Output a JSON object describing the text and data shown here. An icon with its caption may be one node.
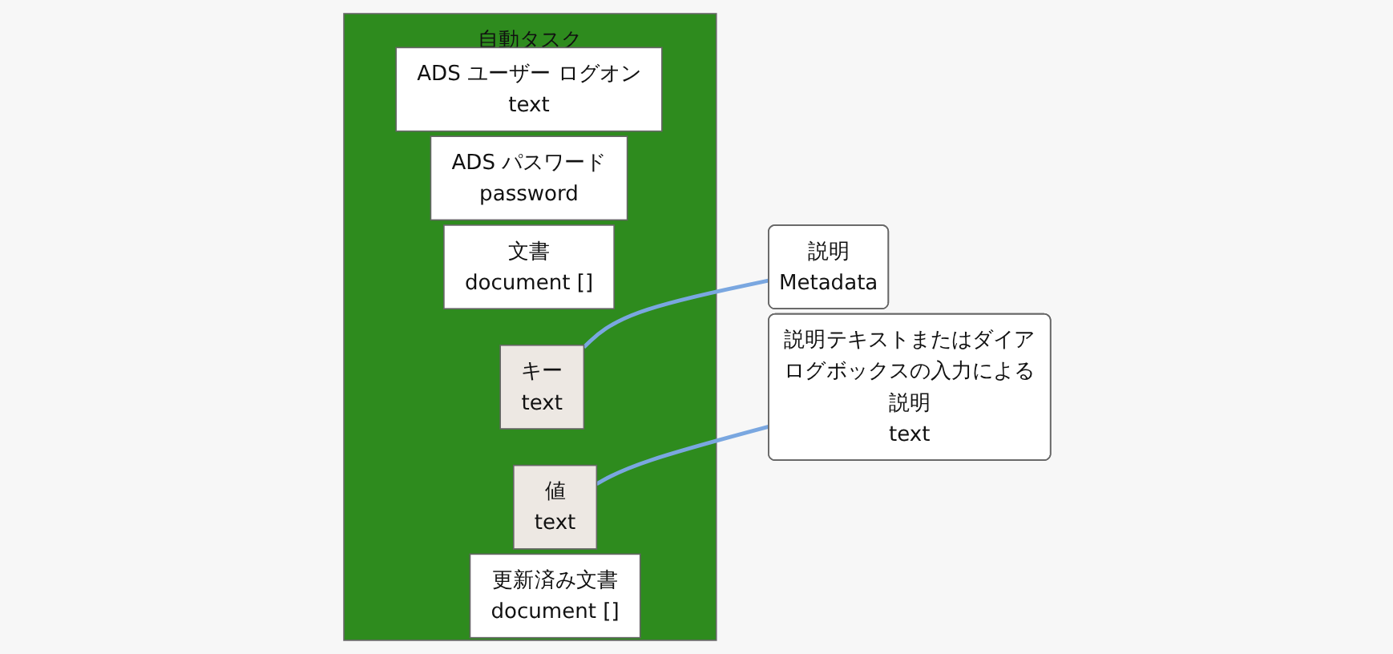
{
  "diagram": {
    "nodes": [
      {
        "text": [
          "自動タスク"
        ]
      },
      {
        "text": [
          "ADS ユーザー ログオン",
          "text"
        ],
        "in": 0
      },
      {
        "text": [
          "ADS パスワード",
          "password"
        ],
        "in": 0
      },
      {
        "text": [
          "文書",
          "document []"
        ],
        "in": 0
      },
      {
        "text": [
          "キー",
          "text"
        ],
        "in": 0
      },
      {
        "text": [
          "値",
          "text"
        ],
        "in": 0
      },
      {
        "text": [
          "更新済み文書",
          "document []"
        ],
        "in": 0
      },
      {
        "text": [
          "説明",
          "Metadata"
        ]
      },
      {
        "text": [
          "説明テキストまたはダイアログボックスの入力による説明",
          "text"
        ]
      }
    ],
    "edges": [
      {
        "from": 7,
        "to": 4,
        "arrow": "none"
      },
      {
        "from": 8,
        "to": 5,
        "arrow": "none"
      }
    ]
  }
}
